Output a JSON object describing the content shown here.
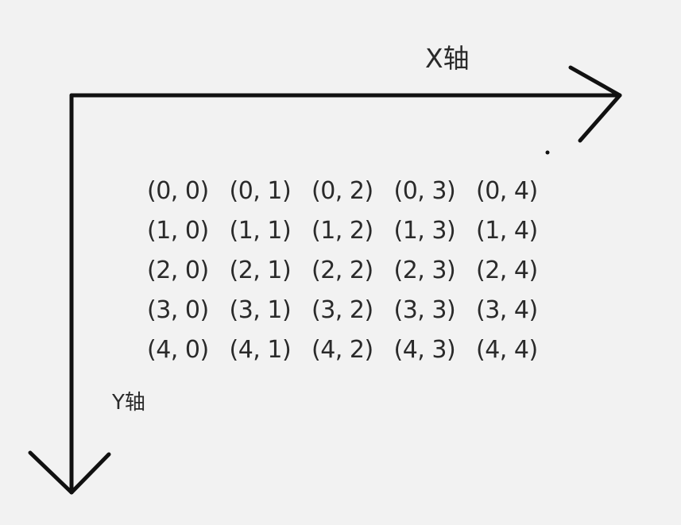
{
  "axes": {
    "x_label": "X轴",
    "y_label": "Y轴"
  },
  "grid": {
    "rows": [
      [
        "(0, 0)",
        "(0, 1)",
        "(0, 2)",
        "(0, 3)",
        "(0, 4)"
      ],
      [
        "(1, 0)",
        "(1, 1)",
        "(1, 2)",
        "(1, 3)",
        "(1, 4)"
      ],
      [
        "(2, 0)",
        "(2, 1)",
        "(2, 2)",
        "(2, 3)",
        "(2, 4)"
      ],
      [
        "(3, 0)",
        "(3, 1)",
        "(3, 2)",
        "(3, 3)",
        "(3, 4)"
      ],
      [
        "(4, 0)",
        "(4, 1)",
        "(4, 2)",
        "(4, 3)",
        "(4, 4)"
      ]
    ]
  },
  "colors": {
    "background": "#f2f2f2",
    "ink": "#111111",
    "text": "#2a2a2a"
  }
}
